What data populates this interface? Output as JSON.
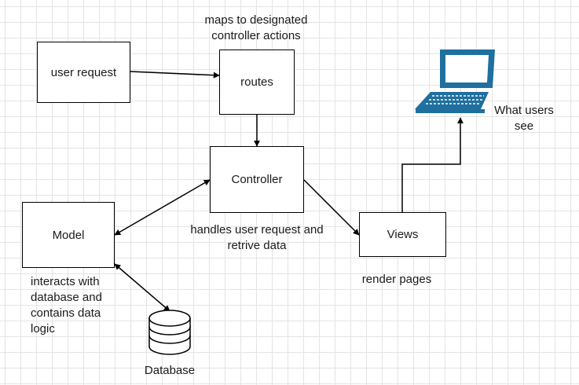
{
  "nodes": {
    "user_request": "user request",
    "routes": "routes",
    "controller": "Controller",
    "model": "Model",
    "views": "Views",
    "database": "Database",
    "what_users_see": "What users\nsee"
  },
  "annotations": {
    "routes_note": "maps to designated\ncontroller actions",
    "controller_note": "handles user request and\nretrive data",
    "model_note": "interacts with\ndatabase and\ncontains data\nlogic",
    "views_note": "render pages"
  },
  "colors": {
    "laptop": "#1f6f9f",
    "stroke": "#000000",
    "grid": "#e4e4e4"
  },
  "icons": {
    "database": "database-cylinder-icon",
    "laptop": "laptop-icon"
  }
}
